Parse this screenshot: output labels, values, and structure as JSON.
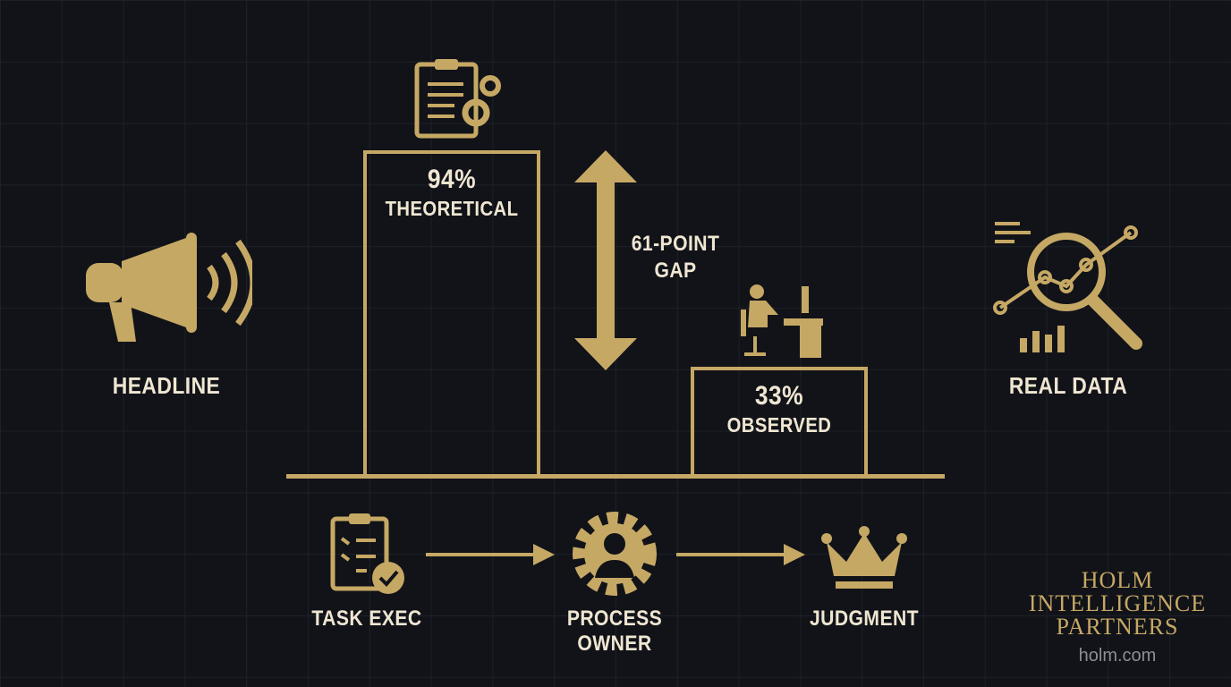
{
  "left": {
    "label": "HEADLINE",
    "icon": "megaphone-icon"
  },
  "right": {
    "label": "REAL DATA",
    "icon": "magnifier-chart-icon"
  },
  "chart_data": {
    "type": "bar",
    "categories": [
      "THEORETICAL",
      "OBSERVED"
    ],
    "values": [
      94,
      33
    ],
    "value_labels": [
      "94%",
      "33%"
    ],
    "ylim": [
      0,
      100
    ],
    "annotation": {
      "line1": "61-POINT",
      "line2": "GAP"
    }
  },
  "flow": [
    {
      "label": "TASK EXEC",
      "icon": "checklist-icon"
    },
    {
      "label": "PROCESS OWNER",
      "icon": "gear-person-icon"
    },
    {
      "label": "JUDGMENT",
      "icon": "crown-icon"
    }
  ],
  "brand": {
    "line1": "HOLM",
    "line2": "INTELLIGENCE",
    "line3": "PARTNERS",
    "url": "holm.com"
  },
  "colors": {
    "background": "#111318",
    "gold": "#c6a865",
    "text": "#efe6d2"
  }
}
